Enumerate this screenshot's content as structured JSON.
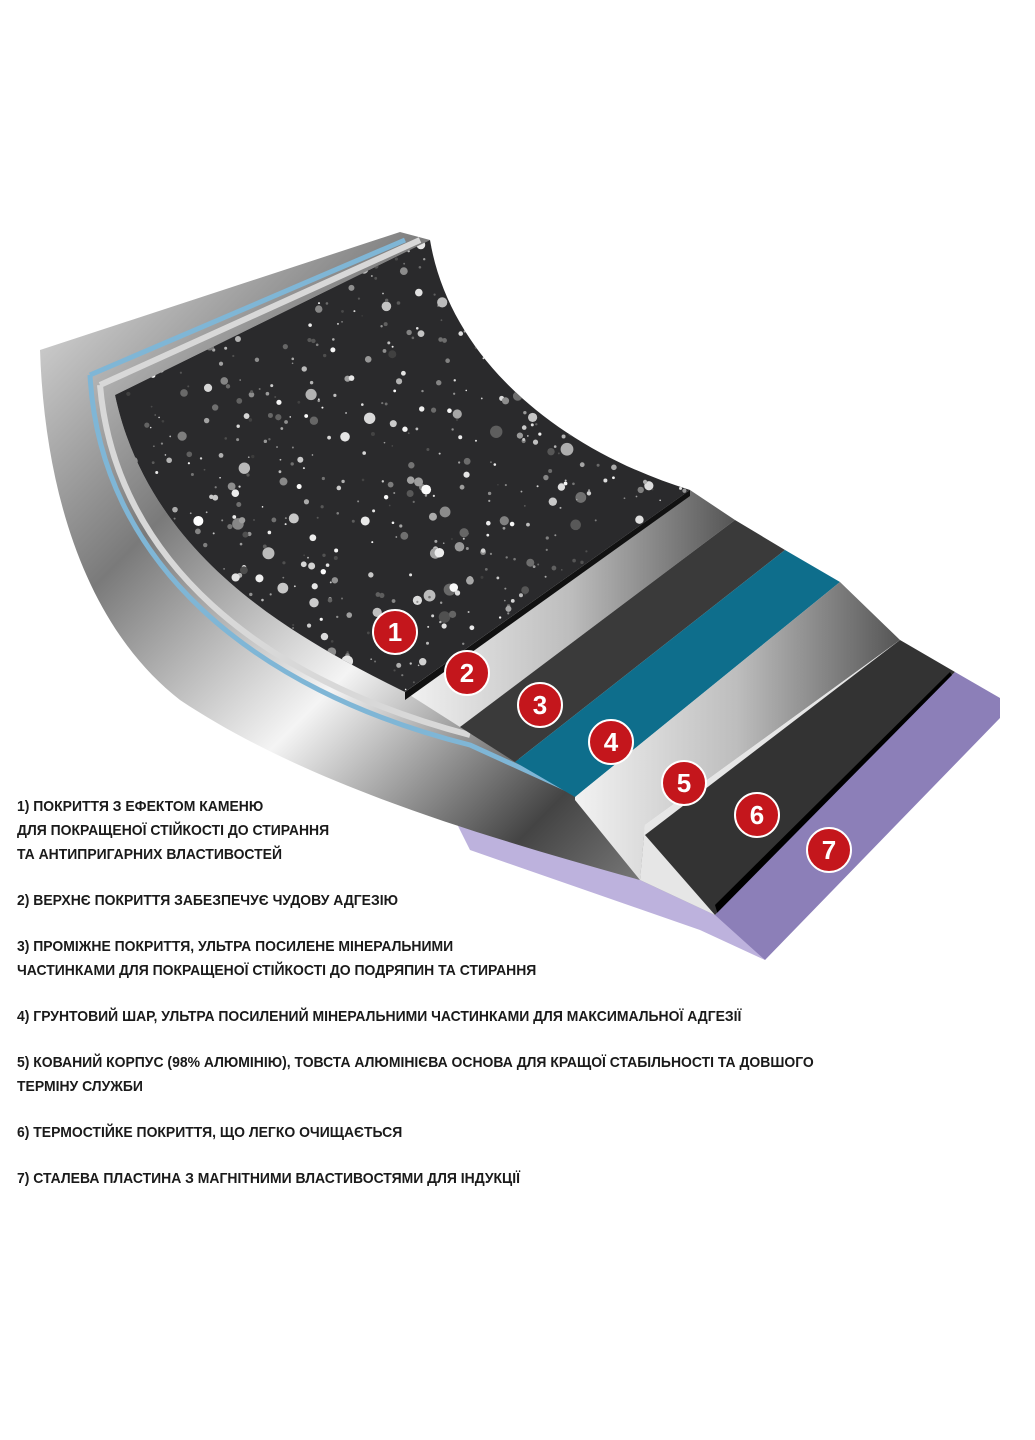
{
  "colors": {
    "badge": "#c4161c",
    "stone": "#2a2a2c",
    "teal": "#0e6e8c",
    "purple": "#8c7fb8",
    "purple_light": "#bdb2dd",
    "silver": "#c8c8c8",
    "dark_layer": "#3a3a3a"
  },
  "badges": [
    "1",
    "2",
    "3",
    "4",
    "5",
    "6",
    "7"
  ],
  "legend": [
    "1) ПОКРИТТЯ З ЕФЕКТОМ КАМЕНЮ\nДЛЯ ПОКРАЩЕНОЇ СТІЙКОСТІ ДО СТИРАННЯ\nТА АНТИПРИГАРНИХ ВЛАСТИВОСТЕЙ",
    "2) ВЕРХНЄ ПОКРИТТЯ ЗАБЕЗПЕЧУЄ ЧУДОВУ АДГЕЗІЮ",
    "3) ПРОМІЖНЕ ПОКРИТТЯ, УЛЬТРА ПОСИЛЕНЕ МІНЕРАЛЬНИМИ\nЧАСТИНКАМИ ДЛЯ ПОКРАЩЕНОЇ СТІЙКОСТІ ДО ПОДРЯПИН ТА СТИРАННЯ",
    "4) ГРУНТОВИЙ ШАР, УЛЬТРА ПОСИЛЕНИЙ МІНЕРАЛЬНИМИ ЧАСТИНКАМИ ДЛЯ МАКСИМАЛЬНОЇ АДГЕЗІЇ",
    "5) КОВАНИЙ КОРПУС (98% АЛЮМІНІЮ), ТОВСТА АЛЮМІНІЄВА ОСНОВА ДЛЯ КРАЩОЇ СТАБІЛЬНОСТІ ТА ДОВШОГО\nТЕРМІНУ СЛУЖБИ",
    "6) ТЕРМОСТІЙКЕ ПОКРИТТЯ, ЩО ЛЕГКО ОЧИЩАЄТЬСЯ",
    "7) СТАЛЕВА ПЛАСТИНА З МАГНІТНИМИ ВЛАСТИВОСТЯМИ ДЛЯ ІНДУКЦІЇ"
  ]
}
